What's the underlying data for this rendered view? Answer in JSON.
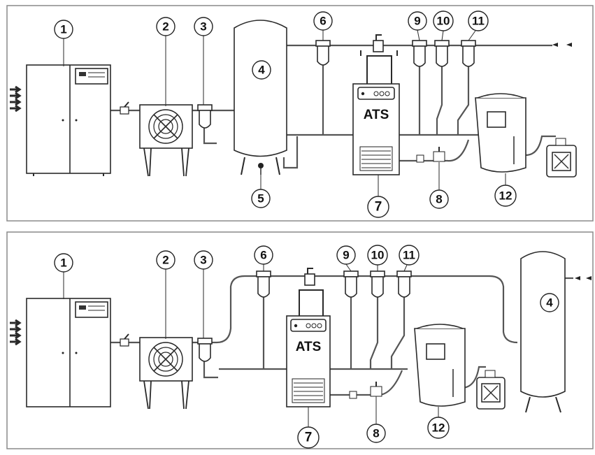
{
  "diagram": {
    "panels": [
      {
        "name": "top",
        "labels": {
          "compressor": "1",
          "dryer": "2",
          "filter_a": "3",
          "receiver": "4",
          "drain": "5",
          "filter_b": "6",
          "ats": "7",
          "valve": "8",
          "filter_9": "9",
          "filter_10": "10",
          "filter_11": "11",
          "separator": "12"
        },
        "ats_text": "ATS"
      },
      {
        "name": "bottom",
        "labels": {
          "compressor": "1",
          "dryer": "2",
          "filter_a": "3",
          "receiver": "4",
          "filter_b": "6",
          "ats": "7",
          "valve": "8",
          "filter_9": "9",
          "filter_10": "10",
          "filter_11": "11",
          "separator": "12"
        },
        "ats_text": "ATS"
      }
    ]
  },
  "colors": {
    "line": "#2a2a2a",
    "pipe": "#555555",
    "frame": "#8a8a8a",
    "background": "#ffffff"
  }
}
